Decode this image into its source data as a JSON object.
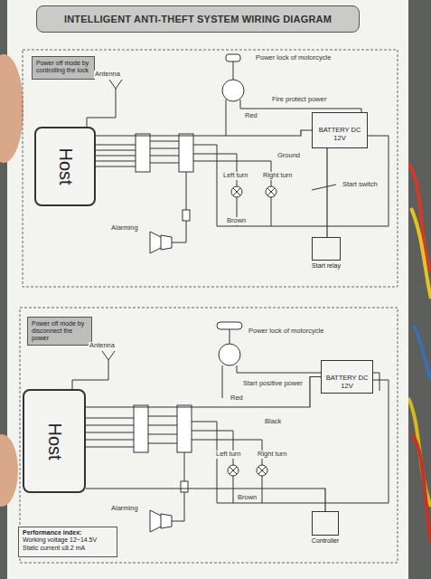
{
  "diagram": {
    "title": "INTELLIGENT ANTI-THEFT SYSTEM WIRING DIAGRAM",
    "nodes": [
      {
        "text": [
          "Power off mode by controlling the lock"
        ]
      },
      {
        "text": [
          "Host"
        ]
      },
      {
        "text": [
          "BATTERY DC 12V"
        ]
      },
      {
        "text": [
          "Start relay"
        ]
      },
      {
        "text": [
          "Power off mode by disconnect the power"
        ]
      },
      {
        "text": [
          "Host"
        ]
      },
      {
        "text": [
          "BATTERY DC 12V"
        ]
      },
      {
        "text": [
          "Controller"
        ]
      },
      {
        "text": [
          "Performance index:",
          "Working voltage 12~14.5V Static current ≤8.2 mA"
        ]
      }
    ],
    "edges": [
      {
        "from": 1,
        "to": 2,
        "arrow": "none"
      },
      {
        "from": 2,
        "to": 3,
        "arrow": "none"
      },
      {
        "from": 5,
        "to": 6,
        "arrow": "none"
      },
      {
        "from": 5,
        "to": 7,
        "arrow": "none"
      }
    ],
    "labels": [
      "Antenna",
      "Power lock of motorcycle",
      "Fire protect power",
      "Red",
      "Ground",
      "Left turn",
      "Right turn",
      "Start switch",
      "Alarming",
      "Brown",
      "Antenna",
      "Power lock of motorcycle",
      "Start positive power",
      "Red",
      "Black",
      "Left turn",
      "Right turn",
      "Alarming",
      "Brown"
    ]
  }
}
